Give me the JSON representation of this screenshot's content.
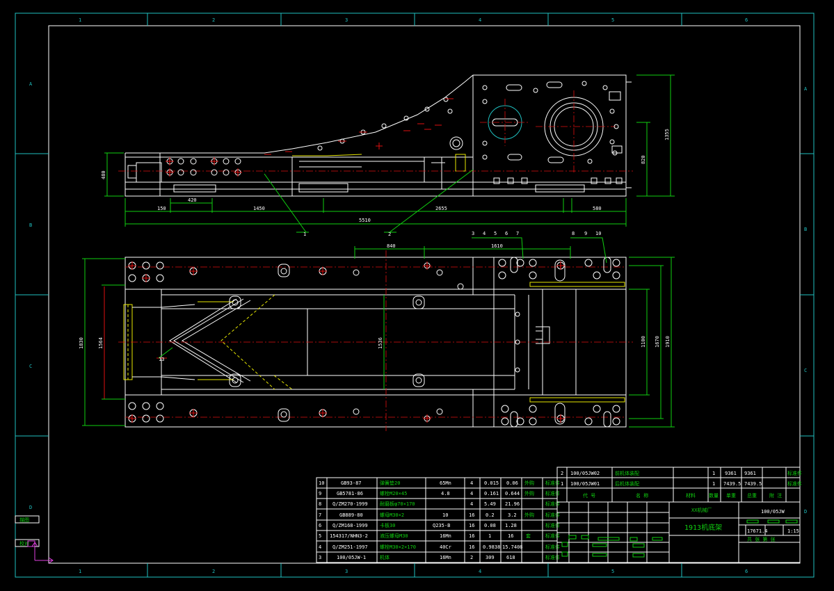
{
  "border": {
    "columns_top": [
      "1",
      "2",
      "3",
      "4",
      "5",
      "6"
    ],
    "columns_bottom": [
      "1",
      "2",
      "3",
      "4",
      "5",
      "6"
    ],
    "rows_left": [
      "A",
      "B",
      "C",
      "D"
    ],
    "rows_right": [
      "A",
      "B",
      "C",
      "D"
    ],
    "side_labels": [
      "描图",
      "校对"
    ]
  },
  "side_view": {
    "dims_bottom": [
      "150",
      "420",
      "1450",
      "2655",
      "580"
    ],
    "overall_length": "5510",
    "dims_right": [
      "820",
      "1355"
    ],
    "dim_left": "480",
    "leaders": [
      "1",
      "2"
    ]
  },
  "plan_view": {
    "dims_top": [
      "840",
      "1610"
    ],
    "balloons_group_a": [
      "3",
      "4",
      "5",
      "6",
      "7"
    ],
    "balloons_group_b": [
      "8",
      "9",
      "10"
    ],
    "dims_left": [
      "1830",
      "1564"
    ],
    "dim_center": "1536",
    "dims_right": [
      "1100",
      "1670",
      "1910"
    ],
    "callout": "13"
  },
  "parts_list": [
    {
      "no": "10",
      "code": "GB93-87",
      "name": "弹簧垫20",
      "material": "65Mn",
      "qty": "4",
      "unit_wt": "0.015",
      "total_wt": "0.06",
      "note": "外购",
      "std": "标准件"
    },
    {
      "no": "9",
      "code": "GB5781-86",
      "name": "螺栓M20×45",
      "material": "4.8",
      "qty": "4",
      "unit_wt": "0.161",
      "total_wt": "0.644",
      "note": "外购",
      "std": "标准件"
    },
    {
      "no": "8",
      "code": "Q/ZM270-1999",
      "name": "耐磨板φ70×170",
      "material": "",
      "qty": "4",
      "unit_wt": "5.49",
      "total_wt": "21.96",
      "note": "",
      "std": "标准件"
    },
    {
      "no": "7",
      "code": "GB889-80",
      "name": "螺母M30×2",
      "material": "10",
      "qty": "16",
      "unit_wt": "0.2",
      "total_wt": "3.2",
      "note": "外购",
      "std": "标准件"
    },
    {
      "no": "6",
      "code": "Q/ZM168-1999",
      "name": "卡板30",
      "material": "Q235-B",
      "qty": "16",
      "unit_wt": "0.08",
      "total_wt": "1.28",
      "note": "",
      "std": "标准件"
    },
    {
      "no": "5",
      "code": "154317/NHN3-2",
      "name": "液压螺母M30",
      "material": "16Mn",
      "qty": "16",
      "unit_wt": "1",
      "total_wt": "16",
      "note": "套",
      "std": "标准件"
    },
    {
      "no": "4",
      "code": "Q/ZM251-1997",
      "name": "螺栓M30×2×170",
      "material": "40Cr",
      "qty": "16",
      "unit_wt": "0.9838",
      "total_wt": "15.7408",
      "note": "",
      "std": "标准件"
    },
    {
      "no": "3",
      "code": "100/05JW-1",
      "name": "机体",
      "material": "16Mn",
      "qty": "2",
      "unit_wt": "309",
      "total_wt": "618",
      "note": "",
      "std": "标准件"
    }
  ],
  "title_rows": [
    {
      "no": "2",
      "code": "100/05JW02",
      "name": "前机体装配",
      "qty": "1",
      "unit_wt": "9361",
      "total_wt": "9361",
      "std": "标准件"
    },
    {
      "no": "1",
      "code": "100/05JW01",
      "name": "后机体装配",
      "qty": "1",
      "unit_wt": "7439.5",
      "total_wt": "7439.5",
      "std": "标准件"
    }
  ],
  "header_row": [
    "代 号",
    "名 称",
    "材料",
    "数量",
    "单重",
    "总重",
    "附 注"
  ],
  "title_block": {
    "company": "XX机械厂",
    "drawing_title": "1913机底架",
    "drawing_no": "100/05JW",
    "weight": "17671.4",
    "scale": "1:15",
    "sheet": "共 张 第 张"
  }
}
